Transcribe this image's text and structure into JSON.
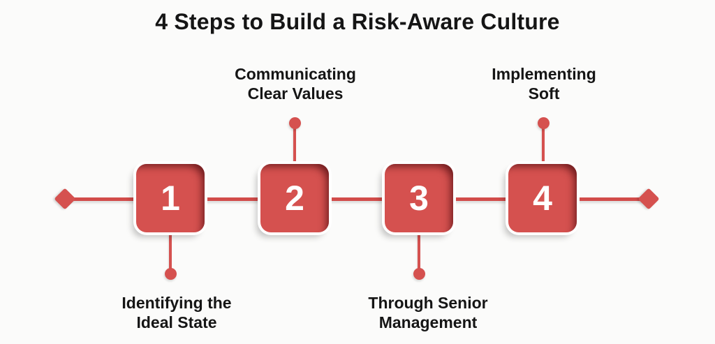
{
  "title": "4 Steps to Build a Risk-Aware Culture",
  "colors": {
    "accent_red": "#d5514f",
    "line_red": "#d24c4a",
    "text_dark": "#151515",
    "number_white": "#ffffff",
    "background": "#fbfbfa"
  },
  "timeline": {
    "start_marker": "diamond",
    "end_marker": "diamond"
  },
  "steps": [
    {
      "number": "1",
      "label": "Identifying the\nIdeal State",
      "label_position": "below"
    },
    {
      "number": "2",
      "label": "Communicating\nClear Values",
      "label_position": "above"
    },
    {
      "number": "3",
      "label": "Through Senior\nManagement",
      "label_position": "below"
    },
    {
      "number": "4",
      "label": "Implementing\nSoft",
      "label_position": "above"
    }
  ]
}
